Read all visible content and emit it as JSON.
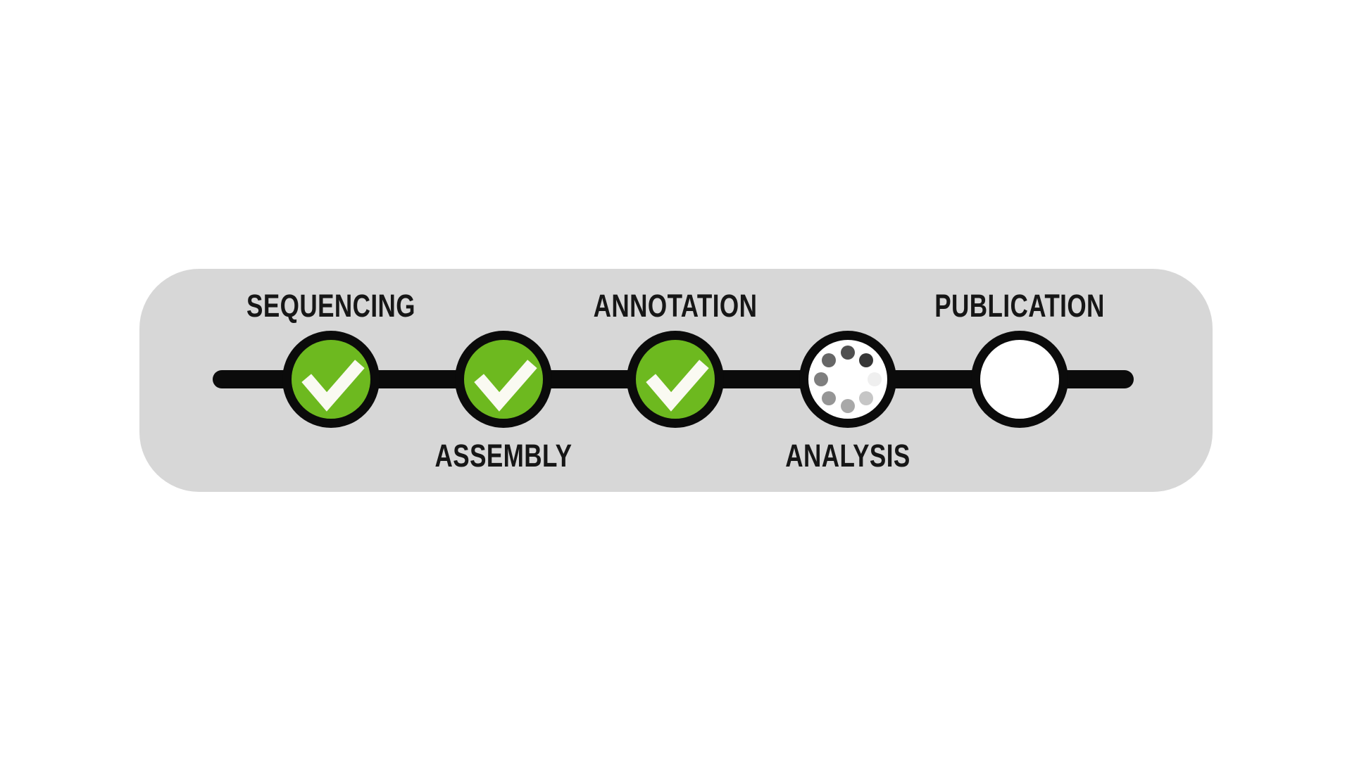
{
  "diagram": {
    "stages": [
      {
        "label": "SEQUENCING",
        "label_position": "above",
        "status": "complete"
      },
      {
        "label": "ASSEMBLY",
        "label_position": "below",
        "status": "complete"
      },
      {
        "label": "ANNOTATION",
        "label_position": "above",
        "status": "complete"
      },
      {
        "label": "ANALYSIS",
        "label_position": "below",
        "status": "in-progress"
      },
      {
        "label": "PUBLICATION",
        "label_position": "above",
        "status": "pending"
      }
    ],
    "icons": {
      "complete": "check-icon",
      "in-progress": "spinner-icon",
      "pending": "empty-circle"
    },
    "spinner_dots": [
      {
        "angle": 0,
        "color": "#4f4f4f"
      },
      {
        "angle": 45,
        "color": "#363636"
      },
      {
        "angle": 90,
        "color": "#efefef"
      },
      {
        "angle": 135,
        "color": "#c6c6c6"
      },
      {
        "angle": 180,
        "color": "#a8a8a8"
      },
      {
        "angle": 225,
        "color": "#959595"
      },
      {
        "angle": 270,
        "color": "#7e7e7e"
      },
      {
        "angle": 315,
        "color": "#666666"
      }
    ],
    "colors": {
      "band": "#d7d7d7",
      "line": "#0b0b0b",
      "ring": "#0b0b0b",
      "complete_fill": "#6db91f",
      "pending_fill": "#ffffff",
      "in_progress_fill": "#ffffff",
      "check": "#fafaf2",
      "label": "#161616"
    }
  }
}
